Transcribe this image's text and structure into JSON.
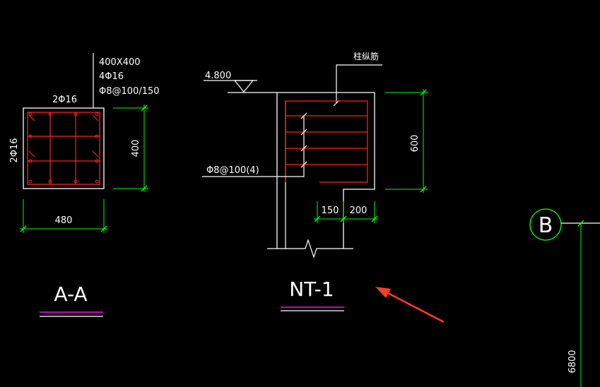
{
  "section_aa": {
    "size_label": "400X400",
    "main_bars_label": "4Φ16",
    "stirrup_label": "Φ8@100/150",
    "top_bars_label": "2Φ16",
    "side_bars_label": "2Φ16",
    "width_dim": "480",
    "height_dim": "400",
    "title": "A-A"
  },
  "nt1": {
    "elevation": "4.800",
    "column_bar_label": "柱纵筋",
    "stirrup_label": "Φ8@100(4)",
    "dim_left": "150",
    "dim_right": "200",
    "height_dim": "600",
    "title": "NT-1"
  },
  "grid": {
    "axis_b": "B",
    "dim_6800": "6800"
  },
  "colors": {
    "background": "#000000",
    "lines": "#ffffff",
    "rebar": "#ff2020",
    "dimension": "#00ff00",
    "title_underline": "#ff00ff",
    "arrow": "#ff3b30"
  }
}
